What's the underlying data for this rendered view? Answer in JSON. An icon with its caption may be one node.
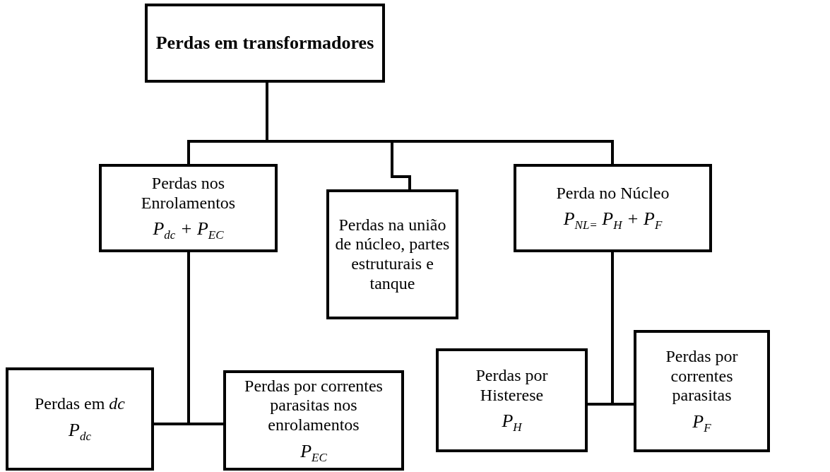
{
  "diagram": {
    "nodes": [
      {
        "text": [
          "Perdas em transformadores"
        ]
      },
      {
        "text": [
          "Perdas nos Enrolamentos",
          "P$_{dc}$ + P$_{EC}$"
        ]
      },
      {
        "text": [
          "Perdas na união de núcleo, partes estruturais e tanque"
        ]
      },
      {
        "text": [
          "Perda no Núcleo",
          "P$_{NL=}$ P$_{H}$ + P$_{F}$"
        ]
      },
      {
        "text": [
          "Perdas em *dc*",
          "P$_{dc}$"
        ]
      },
      {
        "text": [
          "Perdas por correntes parasitas nos enrolamentos",
          "P$_{EC}$"
        ]
      },
      {
        "text": [
          "Perdas por Histerese",
          "P$_{H}$"
        ]
      },
      {
        "text": [
          "Perdas por correntes parasitas",
          "P$_{F}$"
        ]
      }
    ],
    "edges": [
      {
        "from": 0,
        "to": 1,
        "arrow": "none"
      },
      {
        "from": 0,
        "to": 2,
        "arrow": "none"
      },
      {
        "from": 0,
        "to": 3,
        "arrow": "none"
      },
      {
        "from": 1,
        "to": 4,
        "arrow": "none"
      },
      {
        "from": 1,
        "to": 5,
        "arrow": "none"
      },
      {
        "from": 3,
        "to": 6,
        "arrow": "none"
      },
      {
        "from": 3,
        "to": 7,
        "arrow": "none"
      }
    ]
  }
}
